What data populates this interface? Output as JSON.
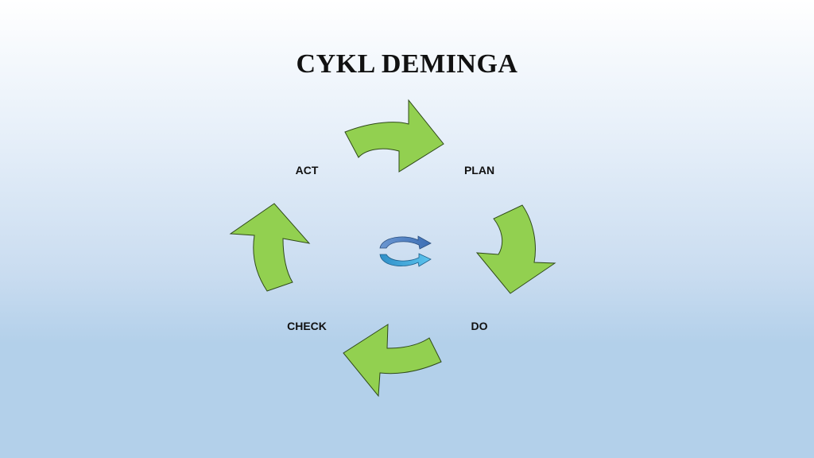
{
  "slide": {
    "title": "CYKL DEMINGA"
  },
  "cycle": {
    "stages": [
      {
        "key": "plan",
        "label": "PLAN"
      },
      {
        "key": "do",
        "label": "DO"
      },
      {
        "key": "check",
        "label": "CHECK"
      },
      {
        "key": "act",
        "label": "ACT"
      }
    ],
    "arrow_color": "#92d050",
    "arrow_outline": "#2f4a1a",
    "center_icon": "refresh-cycle-icon",
    "center_icon_colors": [
      "#4a7ebb",
      "#35a9d8"
    ]
  }
}
